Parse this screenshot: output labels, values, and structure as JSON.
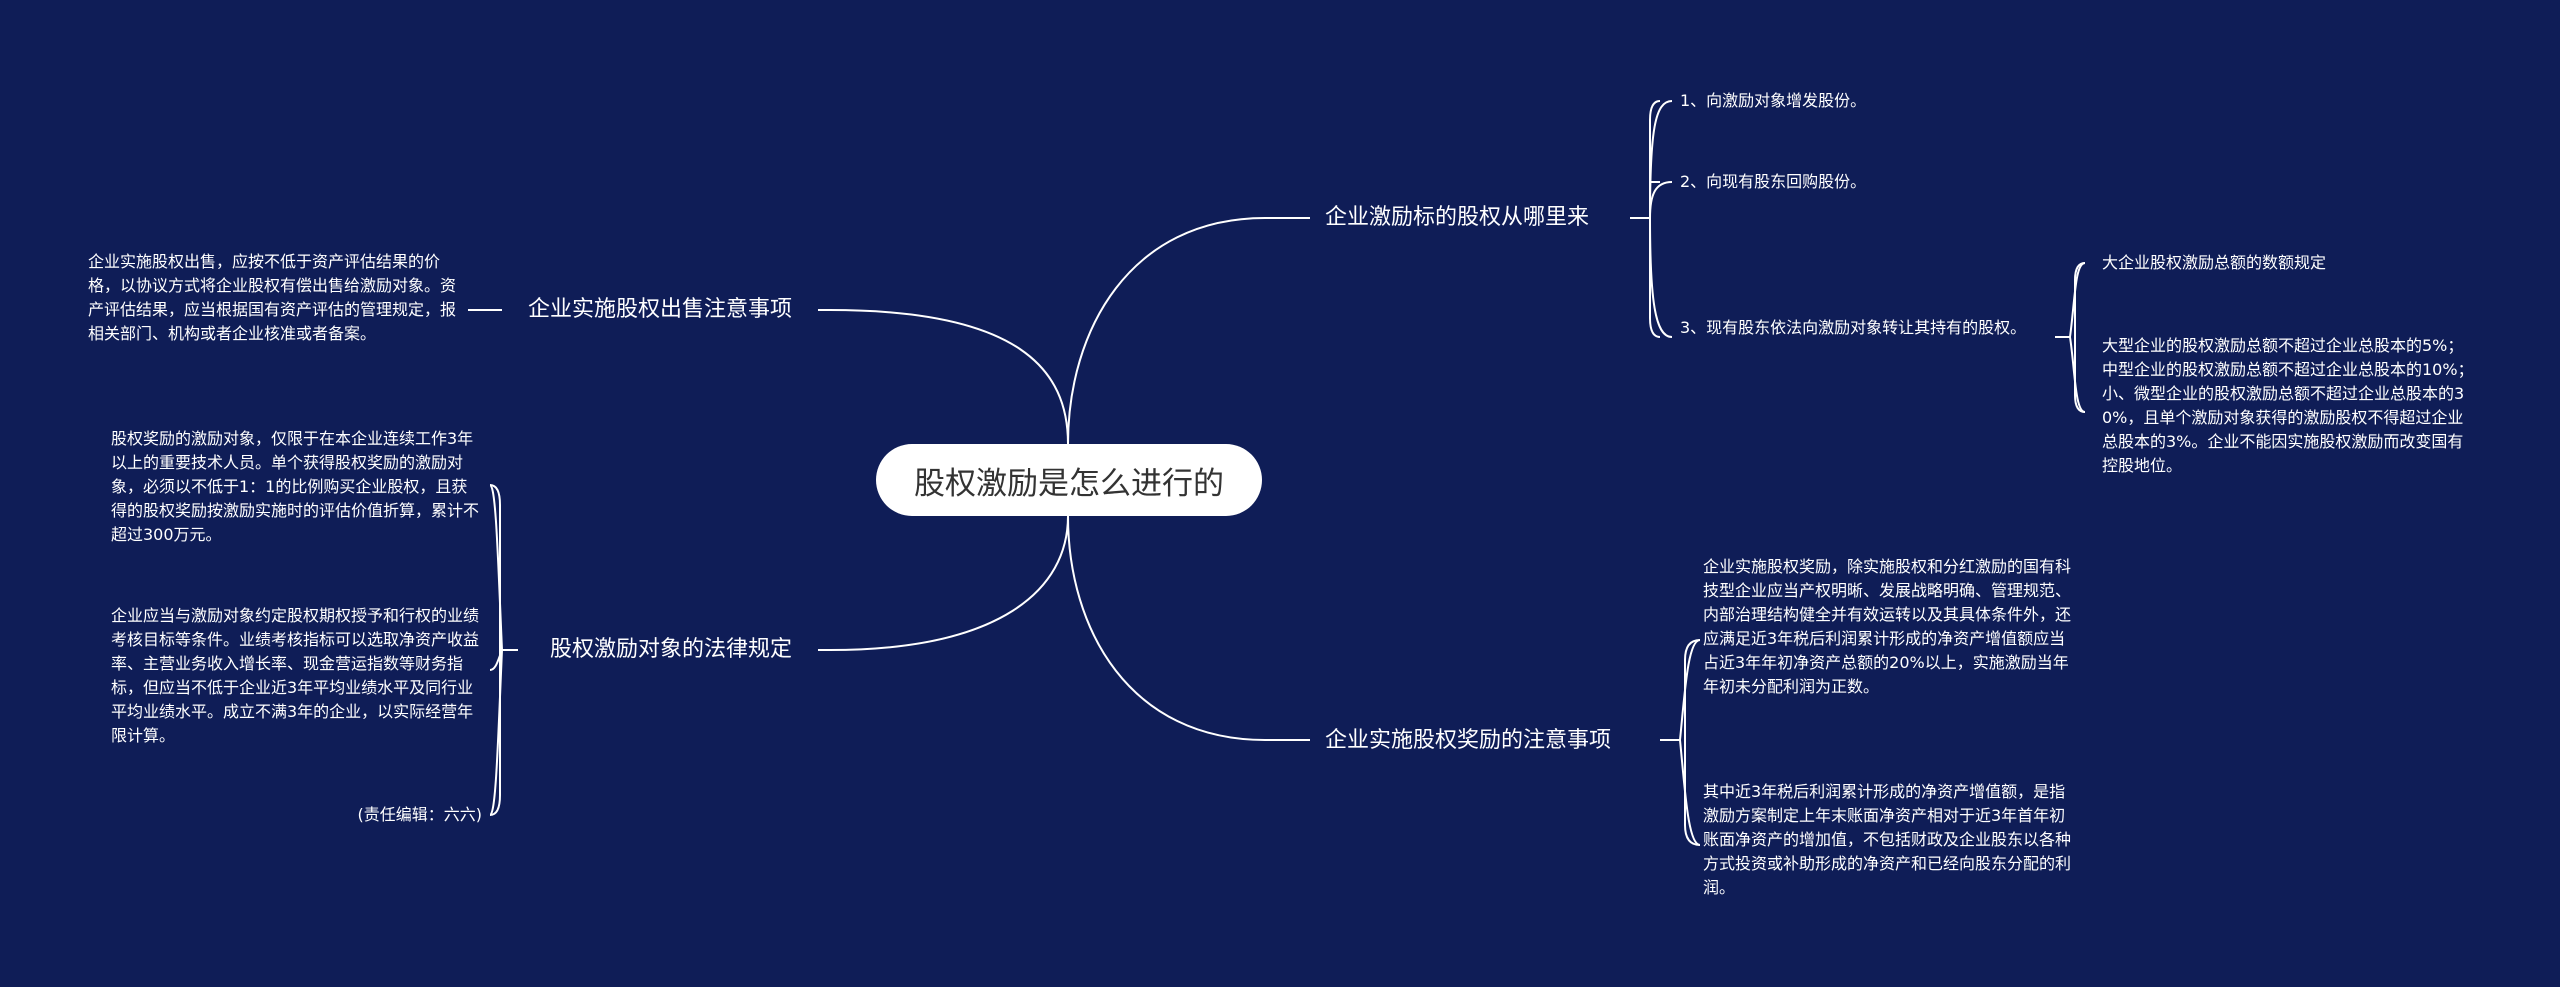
{
  "root": "股权激励是怎么进行的",
  "branches": {
    "source": {
      "label": "企业激励标的股权从哪里来",
      "items": [
        "1、向激励对象增发股份。",
        "2、向现有股东回购股份。",
        "3、现有股东依法向激励对象转让其持有的股权。"
      ],
      "sub": {
        "title": "大企业股权激励总额的数额规定",
        "detail": "大型企业的股权激励总额不超过企业总股本的5%；中型企业的股权激励总额不超过企业总股本的10%；小、微型企业的股权激励总额不超过企业总股本的30%，且单个激励对象获得的激励股权不得超过企业总股本的3%。企业不能因实施股权激励而改变国有控股地位。"
      }
    },
    "reward": {
      "label": "企业实施股权奖励的注意事项",
      "items": [
        "企业实施股权奖励，除实施股权和分红激励的国有科技型企业应当产权明晰、发展战略明确、管理规范、内部治理结构健全并有效运转以及其具体条件外，还应满足近3年税后利润累计形成的净资产增值额应当占近3年年初净资产总额的20%以上，实施激励当年年初未分配利润为正数。",
        "其中近3年税后利润累计形成的净资产增值额，是指激励方案制定上年末账面净资产相对于近3年首年初账面净资产的增加值，不包括财政及企业股东以各种方式投资或补助形成的净资产和已经向股东分配的利润。"
      ]
    },
    "sale": {
      "label": "企业实施股权出售注意事项",
      "items": [
        "企业实施股权出售，应按不低于资产评估结果的价格，以协议方式将企业股权有偿出售给激励对象。资产评估结果，应当根据国有资产评估的管理规定，报相关部门、机构或者企业核准或者备案。"
      ]
    },
    "legal": {
      "label": "股权激励对象的法律规定",
      "items": [
        "股权奖励的激励对象，仅限于在本企业连续工作3年以上的重要技术人员。单个获得股权奖励的激励对象，必须以不低于1：1的比例购买企业股权，且获得的股权奖励按激励实施时的评估价值折算，累计不超过300万元。",
        "企业应当与激励对象约定股权期权授予和行权的业绩考核目标等条件。业绩考核指标可以选取净资产收益率、主营业务收入增长率、现金营运指数等财务指标，但应当不低于企业近3年平均业绩水平及同行业平均业绩水平。成立不满3年的企业，以实际经营年限计算。",
        "(责任编辑：六六)"
      ]
    }
  }
}
